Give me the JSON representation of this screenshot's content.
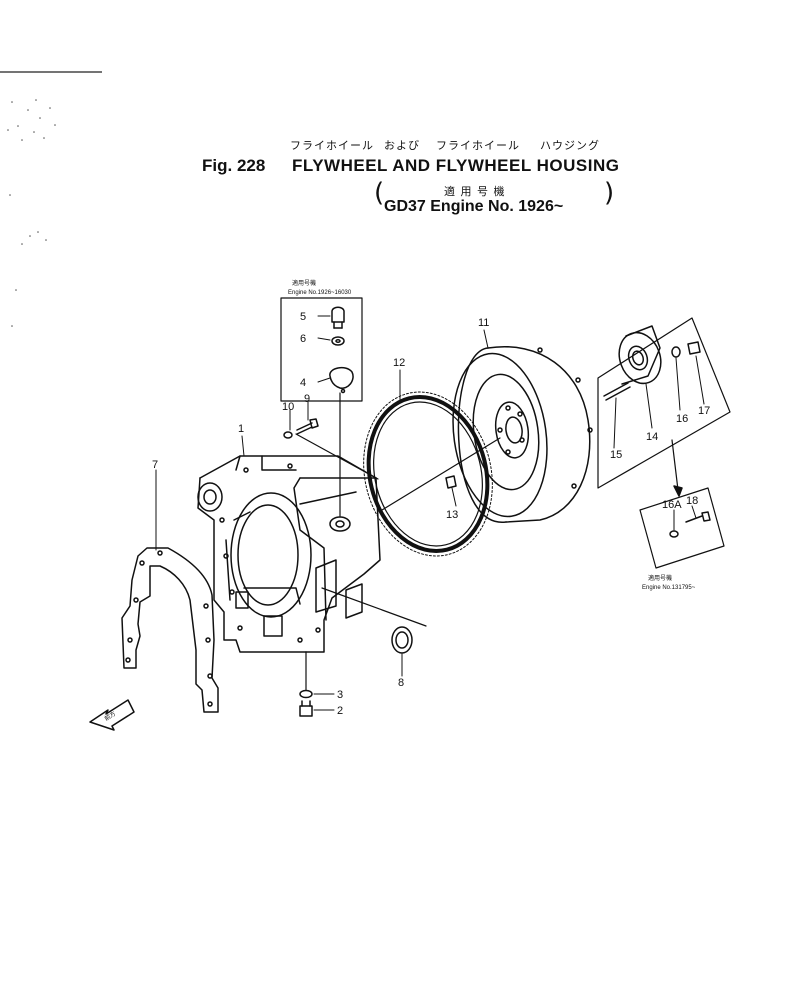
{
  "header": {
    "jp_title_1": "フライホイール",
    "jp_title_and": "および",
    "jp_title_2": "フライホイール",
    "jp_title_3": "ハウジング",
    "fig_number": "Fig. 228",
    "title": "FLYWHEEL AND FLYWHEEL HOUSING",
    "jp_applicable": "適 用 号 機",
    "applicable": "GD37 Engine No. 1926~"
  },
  "notes": {
    "left_box_jp": "適用号機",
    "left_box_range": "Engine No.1926~16030",
    "right_box_jp": "適用号機",
    "right_box_range": "Engine No.131795~",
    "front_arrow_jp": "前方"
  },
  "parts": [
    "1",
    "2",
    "3",
    "4",
    "5",
    "6",
    "7",
    "8",
    "9",
    "10",
    "11",
    "12",
    "13",
    "14",
    "15",
    "16",
    "16A",
    "17",
    "18"
  ]
}
